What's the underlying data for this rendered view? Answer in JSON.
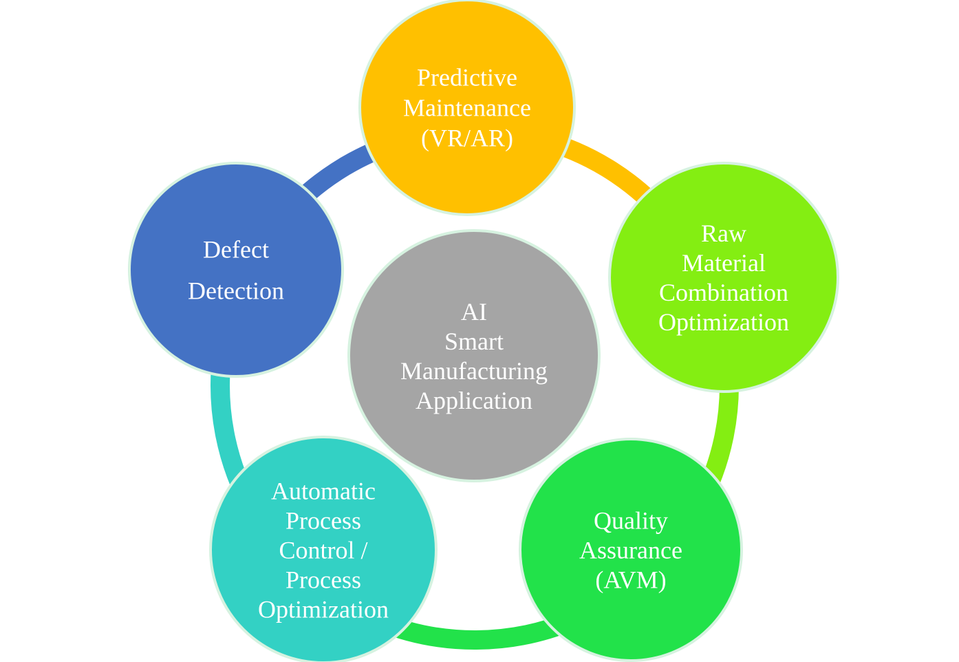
{
  "center": {
    "lines": [
      "AI",
      "Smart",
      "Manufacturing",
      "Application"
    ],
    "color": "#A5A5A5"
  },
  "nodes": [
    {
      "id": "predictive-maintenance",
      "lines": [
        "Predictive",
        "Maintenance",
        "(VR/AR)"
      ],
      "color": "#FFC000"
    },
    {
      "id": "raw-material-combination-optimization",
      "lines": [
        "Raw",
        "Material",
        "Combination",
        "Optimization"
      ],
      "color": "#84EE12"
    },
    {
      "id": "quality-assurance",
      "lines": [
        "Quality",
        "Assurance",
        "(AVM)"
      ],
      "color": "#22E24A"
    },
    {
      "id": "automatic-process-control",
      "lines": [
        "Automatic",
        "Process",
        "Control /",
        "Process",
        "Optimization"
      ],
      "color": "#33D1C4"
    },
    {
      "id": "defect-detection",
      "lines": [
        "Defect",
        "Detection"
      ],
      "color": "#4472C4"
    }
  ],
  "ring_colors": [
    "#FFC000",
    "#84EE12",
    "#22E24A",
    "#33D1C4",
    "#4472C4"
  ],
  "border_color": "#D6F2E0"
}
